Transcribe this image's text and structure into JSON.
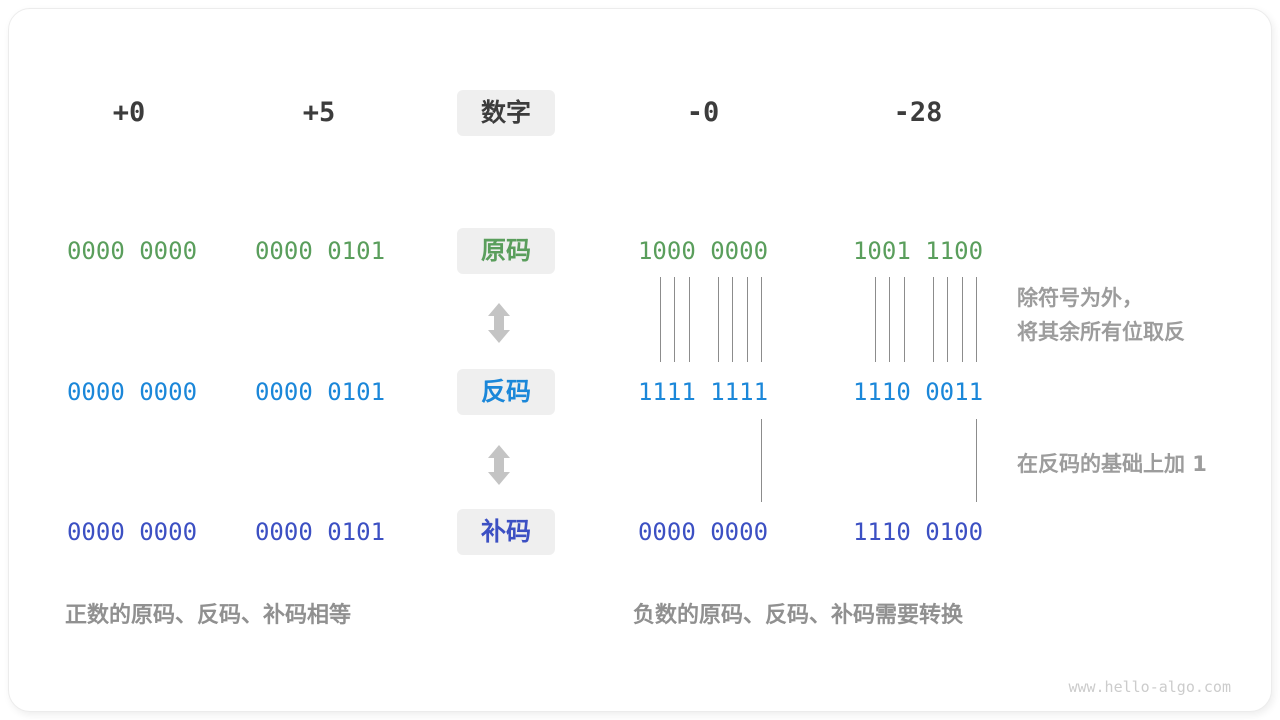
{
  "header": {
    "columns": [
      "+0",
      "+5",
      "-0",
      "-28"
    ],
    "number_label": "数字"
  },
  "rows": [
    {
      "key": "sign-magnitude",
      "label": "原码",
      "values": [
        "0000 0000",
        "0000 0101",
        "1000 0000",
        "1001 1100"
      ]
    },
    {
      "key": "ones-complement",
      "label": "反码",
      "values": [
        "0000 0000",
        "0000 0101",
        "1111 1111",
        "1110 0011"
      ]
    },
    {
      "key": "twos-complement",
      "label": "补码",
      "values": [
        "0000 0000",
        "0000 0101",
        "0000 0000",
        "1110 0100"
      ]
    }
  ],
  "annotations": {
    "invert_line1": "除符号为外，",
    "invert_line2": "将其余所有位取反",
    "add_one": "在反码的基础上加 1"
  },
  "captions": {
    "positive": "正数的原码、反码、补码相等",
    "negative": "负数的原码、反码、补码需要转换"
  },
  "watermark": "www.hello-algo.com",
  "colors": {
    "sign_magnitude": "#5a9e5c",
    "ones_complement": "#1b87d9",
    "twos_complement": "#3c50c3",
    "header_text": "#3c3c3c",
    "label_box_bg": "#efefef",
    "annotation_gray": "#9c9c9c",
    "caption_gray": "#909090",
    "connector_line": "#8c8c8c",
    "arrow_gray": "#c4c4c4",
    "watermark_gray": "#cccccc"
  }
}
